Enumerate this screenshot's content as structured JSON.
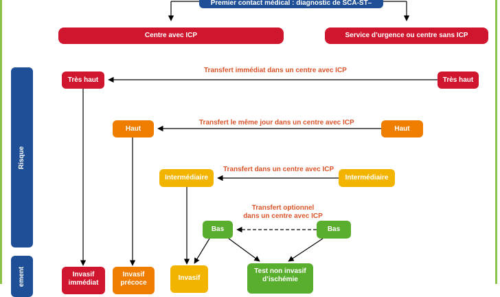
{
  "header": {
    "top_label": "Premier contact médical : diagnostic de SCA-ST–"
  },
  "centers": {
    "left": "Centre avec ICP",
    "right": "Service d’urgence ou centre sans ICP"
  },
  "side_labels": {
    "risk": "Risque",
    "treatment": "ement"
  },
  "levels": {
    "very_high": "Très haut",
    "high": "Haut",
    "intermediate": "Intermédiaire",
    "low": "Bas"
  },
  "transfers": {
    "very_high": "Transfert immédiat dans un centre avec ICP",
    "high": "Transfert le même jour dans un centre avec ICP",
    "intermediate": "Transfert dans un centre avec ICP",
    "low_line1": "Transfert optionnel",
    "low_line2": "dans un centre avec ICP"
  },
  "strategies": {
    "immediate_line1": "Invasif",
    "immediate_line2": "immédiat",
    "early_line1": "Invasif",
    "early_line2": "précoce",
    "invasive": "Invasif",
    "noninvasive_line1": "Test non invasif",
    "noninvasive_line2": "d’ischémie"
  },
  "colors": {
    "navy": "#1f4f96",
    "red": "#d0162e",
    "orange": "#ee7d00",
    "yellow": "#f3b400",
    "green": "#5aae2e",
    "label": "#d9542a"
  }
}
